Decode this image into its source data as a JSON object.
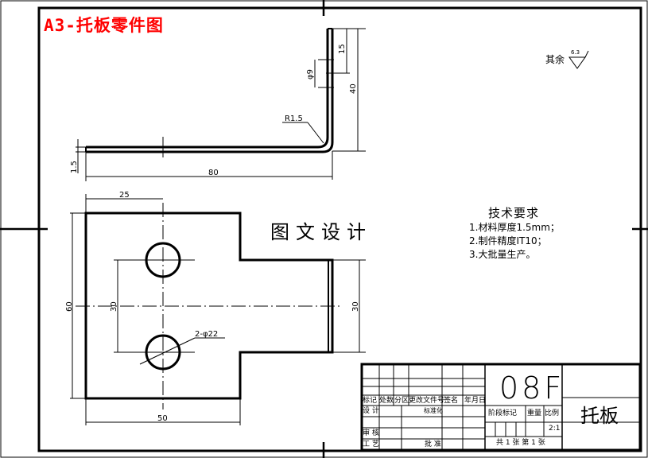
{
  "drawing": {
    "title": "A3-托板零件图",
    "title_color": "#ff0000",
    "watermark": "图文设计",
    "surface_roughness": {
      "label": "其余",
      "value": "6.3",
      "symbol": "roughness-triangle"
    },
    "top_view": {
      "dimensions": {
        "height_40": "40",
        "hole_offset_15": "15",
        "hole_dia": "φ9",
        "bend_radius": "R1.5",
        "thickness": "1.5",
        "length_80": "80"
      }
    },
    "front_view": {
      "dimensions": {
        "width_25": "25",
        "height_60": "60",
        "hole_spacing_30": "30",
        "tab_height_30": "30",
        "holes": "2-φ22",
        "width_50": "50"
      }
    },
    "technical_requirements": {
      "title": "技术要求",
      "items": [
        "1.材料厚度1.5mm；",
        "2.制件精度IT10；",
        "3.大批量生产。"
      ]
    },
    "title_block": {
      "headers": {
        "mark": "标记",
        "count": "处数",
        "zone": "分区",
        "change_doc": "更改文件号",
        "signature": "签名",
        "date": "年月日"
      },
      "rows": {
        "design": "设 计",
        "standardize": "标准化",
        "review": "审 核",
        "process": "工 艺",
        "approve": "批 准"
      },
      "stage_mark": "阶段标记",
      "weight": "重量",
      "scale_label": "比例",
      "scale_value": "2:1",
      "sheets": "共 1 张  第 1 张",
      "code": "08F",
      "part_name": "托板"
    }
  }
}
